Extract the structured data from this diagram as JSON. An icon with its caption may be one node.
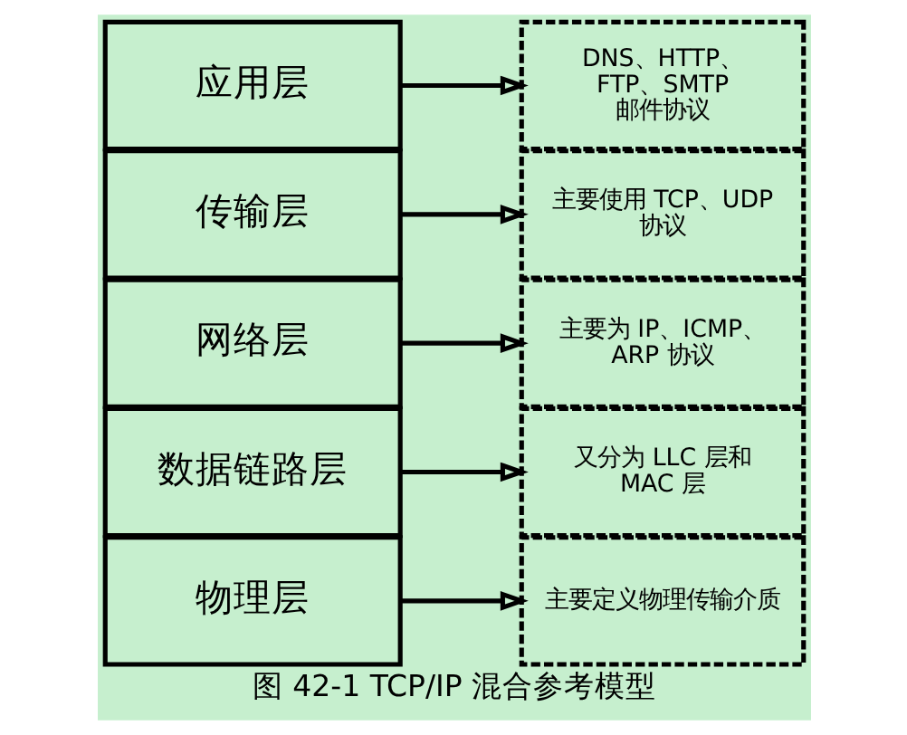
{
  "diagram": {
    "caption": "图 42-1 TCP/IP 混合参考模型",
    "nodes": [
      {
        "text": [
          "应用层"
        ]
      },
      {
        "text": [
          "DNS、HTTP、FTP、SMTP 邮件协议"
        ]
      },
      {
        "text": [
          "传输层"
        ]
      },
      {
        "text": [
          "主要使用 TCP、UDP 协议"
        ]
      },
      {
        "text": [
          "网络层"
        ]
      },
      {
        "text": [
          "主要为 IP、ICMP、ARP 协议"
        ]
      },
      {
        "text": [
          "数据链路层"
        ]
      },
      {
        "text": [
          "又分为 LLC 层和 MAC 层"
        ]
      },
      {
        "text": [
          "物理层"
        ]
      },
      {
        "text": [
          "主要定义物理传输介质"
        ]
      }
    ],
    "edges": [
      {
        "from": 0,
        "to": 1,
        "arrow": "to"
      },
      {
        "from": 2,
        "to": 3,
        "arrow": "to"
      },
      {
        "from": 4,
        "to": 5,
        "arrow": "to"
      },
      {
        "from": 6,
        "to": 7,
        "arrow": "to"
      },
      {
        "from": 8,
        "to": 9,
        "arrow": "to"
      }
    ]
  }
}
